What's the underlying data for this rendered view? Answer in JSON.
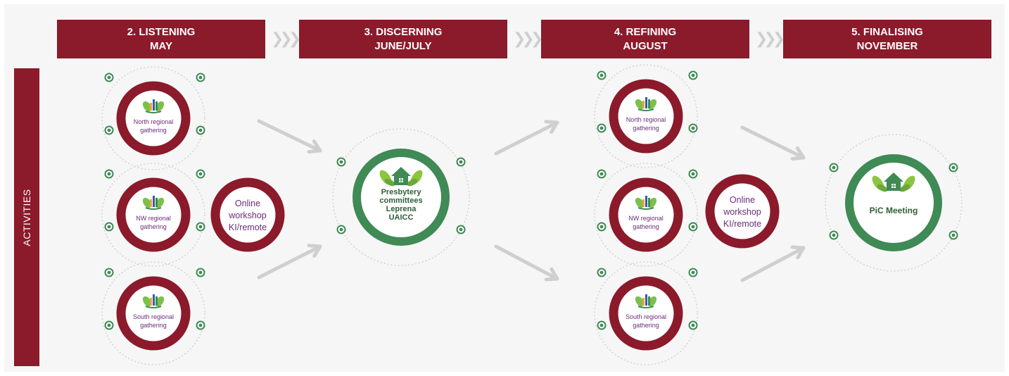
{
  "phases": [
    {
      "title": "2. LISTENING",
      "period": "MAY"
    },
    {
      "title": "3. DISCERNING",
      "period": "JUNE/JULY"
    },
    {
      "title": "4. REFINING",
      "period": "AUGUST"
    },
    {
      "title": "5.  FINALISING",
      "period": "NOVEMBER"
    }
  ],
  "chevron": "❯❯❯",
  "side_label": "ACTIVITIES",
  "colors": {
    "maroon": "#8b1a2b",
    "green": "#3f8a55",
    "purple": "#6b2c7a",
    "arrow": "#cfcfcf"
  },
  "nodes": {
    "listening": {
      "north": [
        "North regional",
        "gathering"
      ],
      "nw": [
        "NW regional",
        "gathering"
      ],
      "south": [
        "South regional",
        "gathering"
      ],
      "online": [
        "Online",
        "workshop",
        "KI/remote"
      ]
    },
    "discerning": {
      "presbytery": [
        "Presbytery",
        "committees",
        "Leprena",
        "UAICC"
      ]
    },
    "refining": {
      "north": [
        "North regional",
        "gathering"
      ],
      "nw": [
        "NW regional",
        "gathering"
      ],
      "south": [
        "South regional",
        "gathering"
      ],
      "online": [
        "Online",
        "workshop",
        "KI/remote"
      ]
    },
    "finalising": {
      "pic": [
        "PiC Meeting"
      ]
    }
  }
}
